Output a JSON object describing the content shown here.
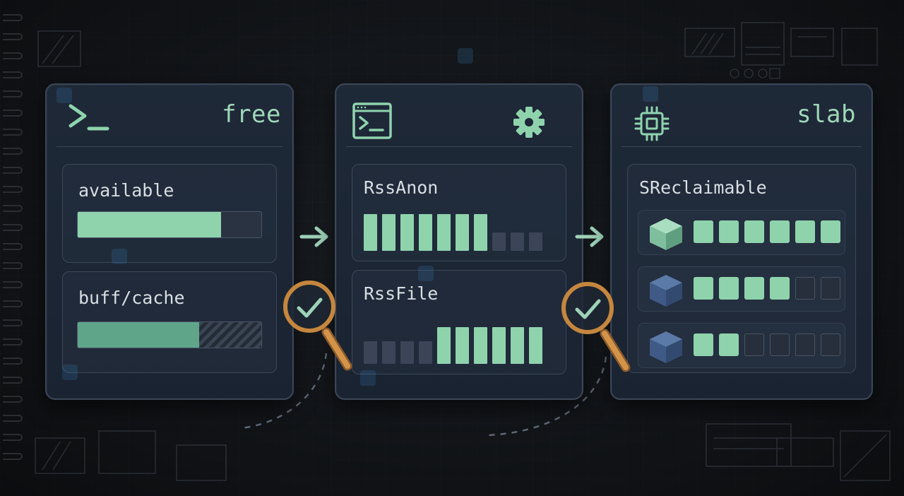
{
  "colors": {
    "accent": "#8fd3ad",
    "accent_dim": "#5fa58a",
    "empty": "#3b4557",
    "panel_border": "#3a4656",
    "magnifier": "#d8954a"
  },
  "panels": [
    {
      "title": "free",
      "icon": "terminal-prompt-icon",
      "cards": [
        {
          "label": "available",
          "bar_fill_fraction": 0.78,
          "bar_style": "solid"
        },
        {
          "label": "buff/cache",
          "bar_fill_fraction": 0.66,
          "bar_style": "hatched"
        }
      ]
    },
    {
      "title": "",
      "icon": "terminal-window-icon",
      "secondary_icon": "gear-icon",
      "cards": [
        {
          "label": "RssAnon",
          "bars": [
            1,
            1,
            1,
            1,
            1,
            1,
            1,
            0,
            0,
            0
          ]
        },
        {
          "label": "RssFile",
          "bars": [
            0,
            0,
            0,
            0,
            1,
            1,
            1,
            1,
            1,
            1
          ]
        }
      ]
    },
    {
      "title": "slab",
      "icon": "cpu-chip-icon",
      "cards": [
        {
          "label": "SReclaimable",
          "rows": [
            {
              "cube_color": "green",
              "filled": 6,
              "total": 6
            },
            {
              "cube_color": "blue",
              "filled": 4,
              "total": 6
            },
            {
              "cube_color": "blue",
              "filled": 2,
              "total": 6
            }
          ]
        }
      ]
    }
  ]
}
